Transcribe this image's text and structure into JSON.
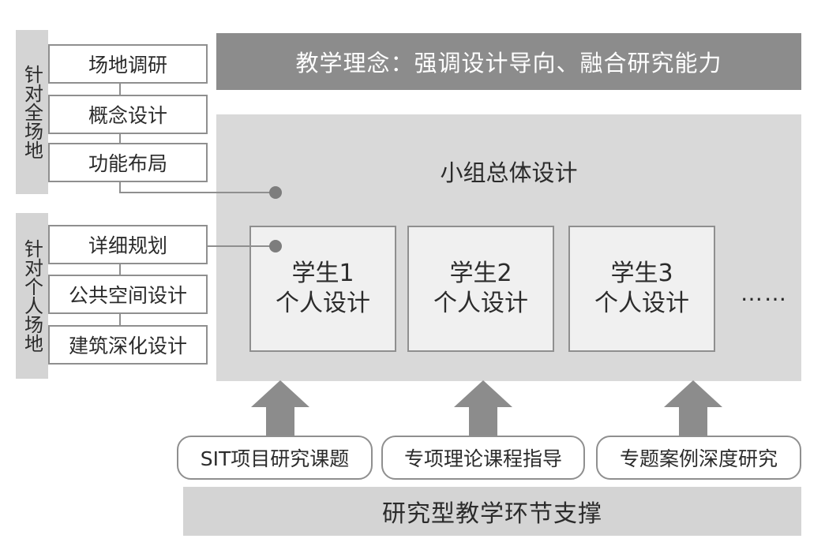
{
  "left_groups": [
    {
      "label": "针对全场地",
      "stages": [
        "场地调研",
        "概念设计",
        "功能布局"
      ]
    },
    {
      "label": "针对个人场地",
      "stages": [
        "详细规划",
        "公共空间设计",
        "建筑深化设计"
      ]
    }
  ],
  "banner": "教学理念：强调设计导向、融合研究能力",
  "panel_title": "小组总体设计",
  "students": [
    {
      "line1": "学生1",
      "line2": "个人设计"
    },
    {
      "line1": "学生2",
      "line2": "个人设计"
    },
    {
      "line1": "学生3",
      "line2": "个人设计"
    }
  ],
  "ellipsis": "……",
  "supports": [
    "SIT项目研究课题",
    "专项理论课程指导",
    "专题案例深度研究"
  ],
  "footer": "研究型教学环节支撑",
  "colors": {
    "banner": "#8c8c8c",
    "panel": "#d9d9d9",
    "side_bar": "#d4d4d4",
    "arrow": "#8c8c8c",
    "border": "#8f8f8f"
  }
}
